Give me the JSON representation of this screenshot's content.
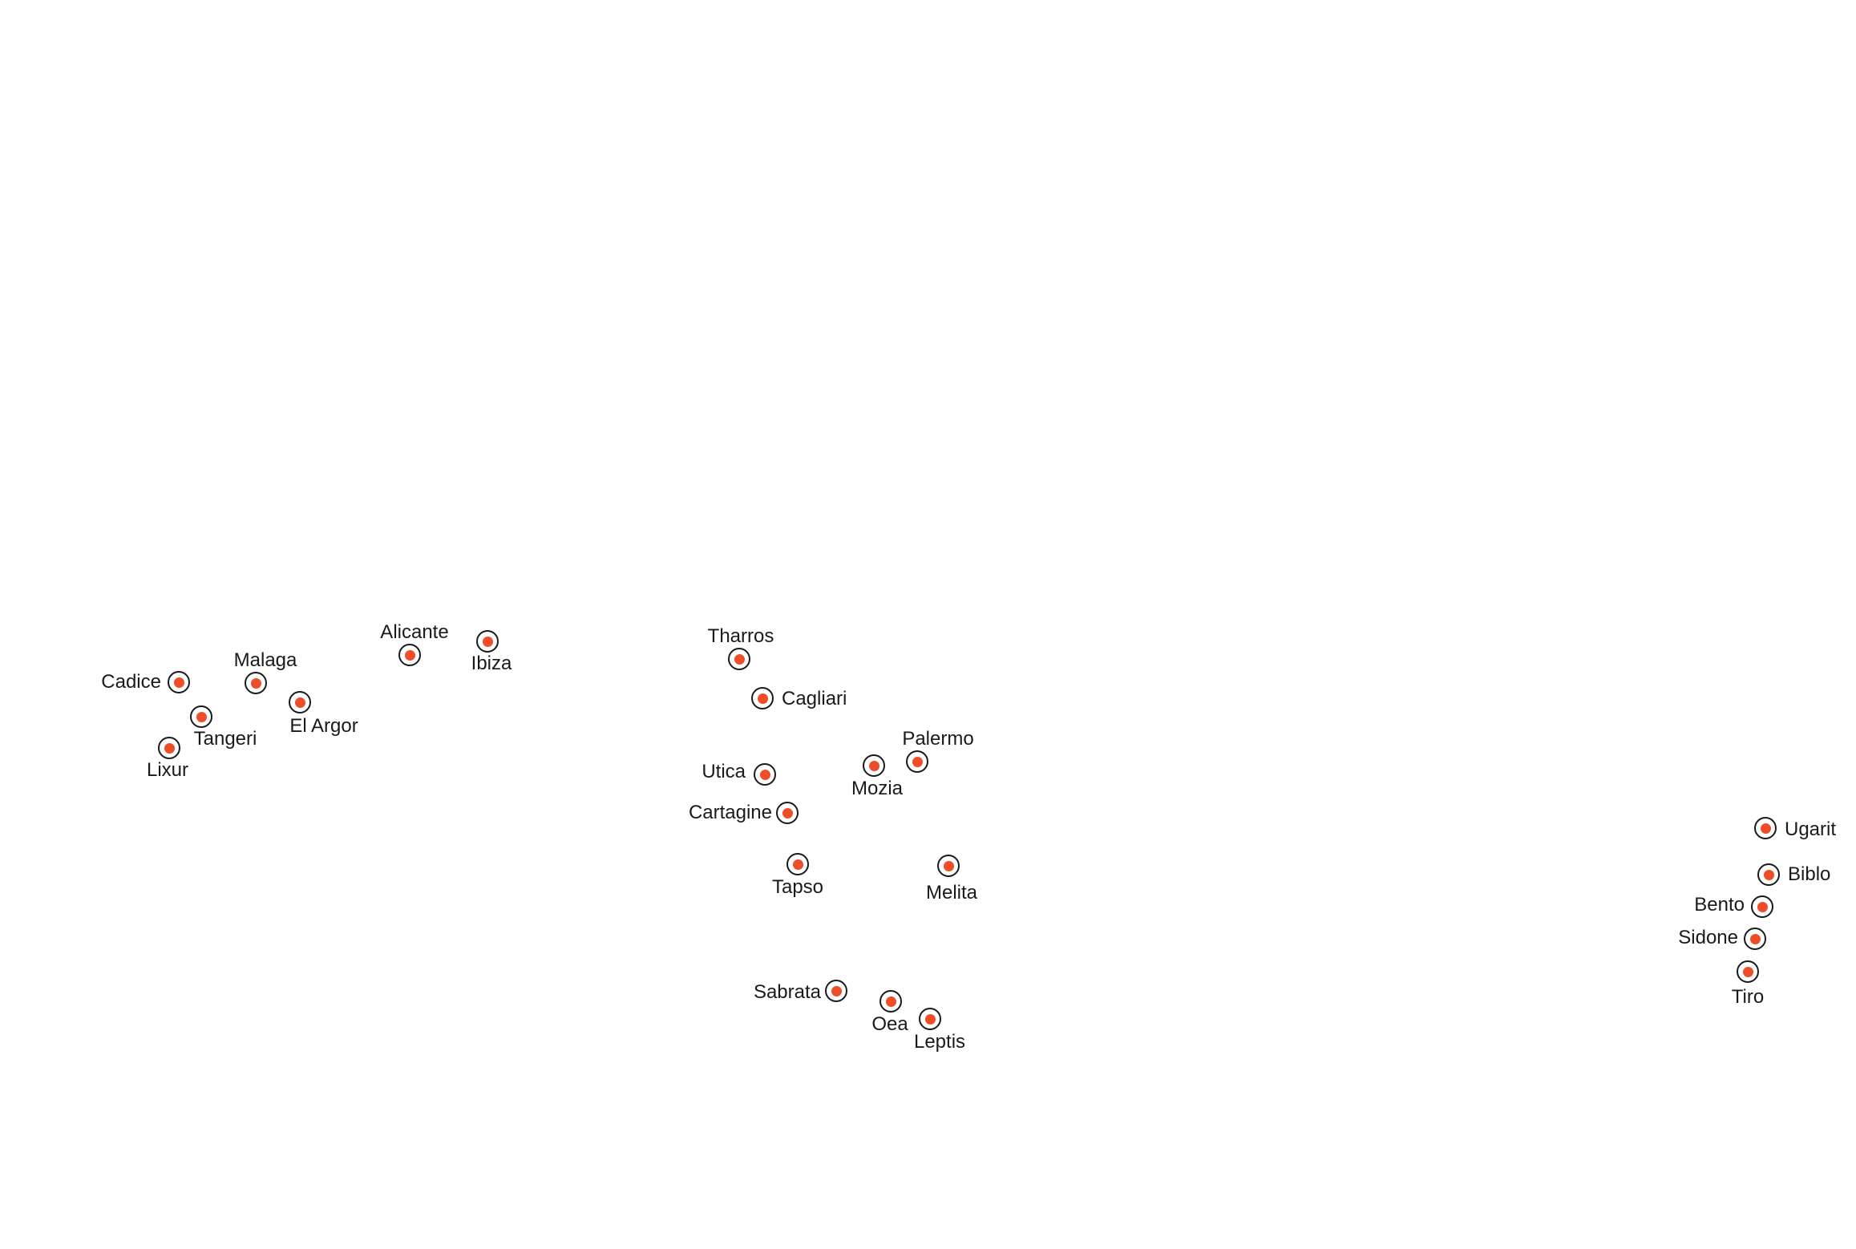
{
  "colors": {
    "background": "#ffffff",
    "marker_ring": "#1a1a1a",
    "marker_fill": "#ffffff",
    "marker_dot": "#ee4d27",
    "label_text": "#1a1a1a"
  },
  "map": {
    "sites": [
      {
        "id": "cadice",
        "name": "Cadice"
      },
      {
        "id": "malaga",
        "name": "Malaga"
      },
      {
        "id": "alicante",
        "name": "Alicante"
      },
      {
        "id": "ibiza",
        "name": "Ibiza"
      },
      {
        "id": "tangeri",
        "name": "Tangeri"
      },
      {
        "id": "el-argor",
        "name": "El Argor"
      },
      {
        "id": "lixur",
        "name": "Lixur"
      },
      {
        "id": "tharros",
        "name": "Tharros"
      },
      {
        "id": "cagliari",
        "name": "Cagliari"
      },
      {
        "id": "palermo",
        "name": "Palermo"
      },
      {
        "id": "utica",
        "name": "Utica"
      },
      {
        "id": "mozia",
        "name": "Mozia"
      },
      {
        "id": "cartagine",
        "name": "Cartagine"
      },
      {
        "id": "tapso",
        "name": "Tapso"
      },
      {
        "id": "melita",
        "name": "Melita"
      },
      {
        "id": "sabrata",
        "name": "Sabrata"
      },
      {
        "id": "oea",
        "name": "Oea"
      },
      {
        "id": "leptis",
        "name": "Leptis"
      },
      {
        "id": "ugarit",
        "name": "Ugarit"
      },
      {
        "id": "biblo",
        "name": "Biblo"
      },
      {
        "id": "bento",
        "name": "Bento"
      },
      {
        "id": "sidone",
        "name": "Sidone"
      },
      {
        "id": "tiro",
        "name": "Tiro"
      }
    ]
  }
}
